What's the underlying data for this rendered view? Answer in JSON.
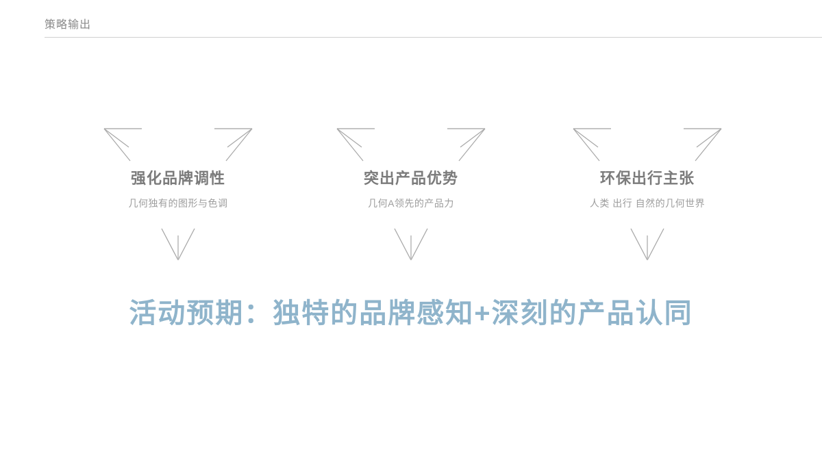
{
  "header": {
    "title": "策略输出"
  },
  "columns": [
    {
      "heading": "强化品牌调性",
      "subtitle": "几何独有的图形与色调"
    },
    {
      "heading": "突出产品优势",
      "subtitle": "几何A领先的产品力"
    },
    {
      "heading": "环保出行主张",
      "subtitle": "人类 出行 自然的几何世界"
    }
  ],
  "outcome": {
    "text": "活动预期：独特的品牌感知+深刻的产品认同"
  },
  "colors": {
    "background": "#ffffff",
    "header_text": "#8a8a8a",
    "rule": "#cfcfcf",
    "heading_text": "#7b7b7b",
    "subtitle_text": "#9d9d9d",
    "arrow_stroke": "#a8a8a8",
    "outcome_text": "#8fb4cb"
  }
}
